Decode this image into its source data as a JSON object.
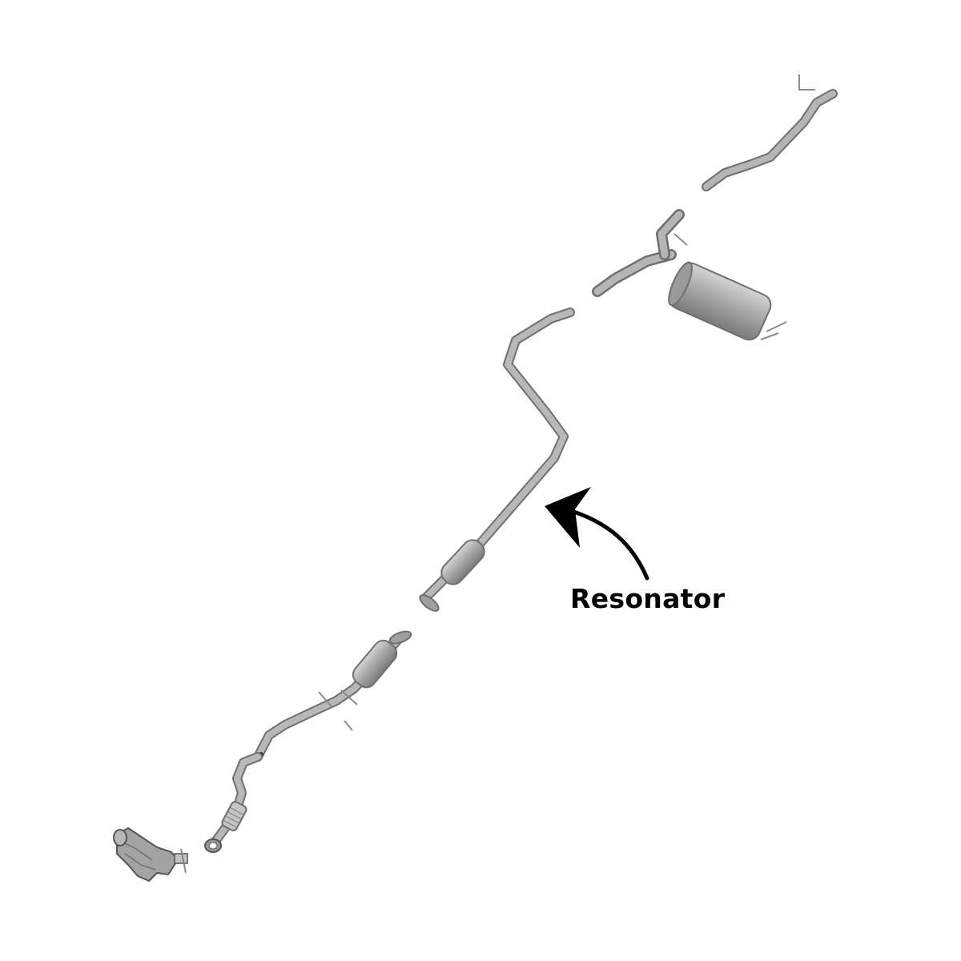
{
  "diagram": {
    "callout": {
      "label": "Resonator",
      "arrow_color": "#000000"
    },
    "colors": {
      "background": "#ffffff",
      "pipe_fill": "#a9a9a9",
      "pipe_edge": "#6f6f6f",
      "hanger": "#8a8a8a"
    },
    "components": [
      "front-pipe-with-catalytic-converter",
      "flex-pipe",
      "catalytic-converter",
      "resonator-pipe",
      "muffler",
      "tailpipe"
    ]
  }
}
